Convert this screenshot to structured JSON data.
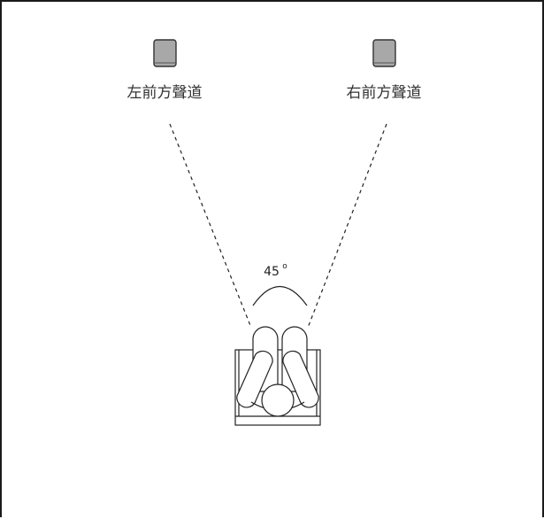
{
  "speakers": {
    "left": {
      "label": "左前方聲道",
      "icon": "speaker-icon"
    },
    "right": {
      "label": "右前方聲道",
      "icon": "speaker-icon"
    }
  },
  "angle": {
    "value": "45",
    "unit": "o"
  },
  "listener": {
    "icon": "listener-in-chair-icon"
  },
  "colors": {
    "speaker_fill": "#a8a8a8",
    "speaker_stroke": "#333333",
    "line": "#222222",
    "border": "#1a1a1a"
  }
}
